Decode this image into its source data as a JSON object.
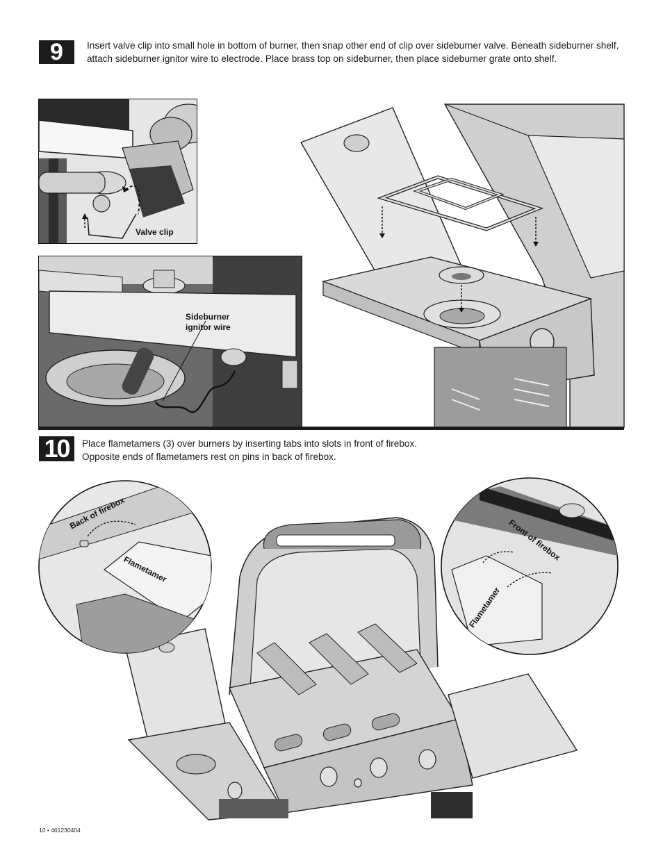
{
  "step9": {
    "number": "9",
    "instruction": "Insert valve clip into small hole in bottom of burner, then snap other end of clip over sideburner valve. Beneath sideburner shelf, attach sideburner ignitor wire to electrode. Place brass top on sideburner, then place sideburner grate onto shelf.",
    "callouts": {
      "valve_clip": "Valve clip",
      "ignitor_line1": "Sideburner",
      "ignitor_line2": "ignitor wire"
    }
  },
  "step10": {
    "number": "10",
    "instruction_line1": "Place flametamers (3) over burners by inserting tabs into slots in front of firebox.",
    "instruction_line2": "Opposite ends of flametamers rest on pins in back of firebox.",
    "callouts": {
      "back_of_firebox": "Back of firebox",
      "flametamer_left": "Flametamer",
      "front_of_firebox": "Front of firebox",
      "flametamer_right": "Flametamer"
    }
  },
  "footer": {
    "page": "10",
    "separator": "•",
    "part_number": "461230404"
  }
}
